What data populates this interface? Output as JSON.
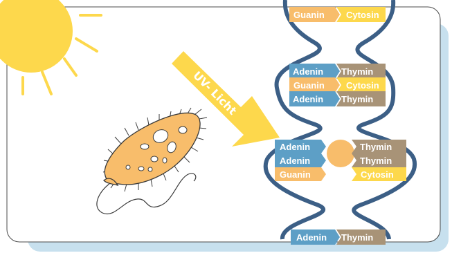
{
  "arrow": {
    "label": "UV- Licht"
  },
  "bases": {
    "adenin": "Adenin",
    "thymin": "Thymin",
    "guanin": "Guanin",
    "cytosin": "Cytosin"
  },
  "colors": {
    "panel_shadow": "#c7e0ee",
    "panel_border": "#4a4a4a",
    "sun": "#fdd84c",
    "uv_arrow": "#fdd84c",
    "helix_strand": "#3c5f86",
    "adenin": "#5d9fc6",
    "thymin": "#a89377",
    "guanin": "#f8bd6b",
    "cytosin": "#fdd84c",
    "organism": "#f8bd6b",
    "damage_blob": "#f8bd6b"
  }
}
